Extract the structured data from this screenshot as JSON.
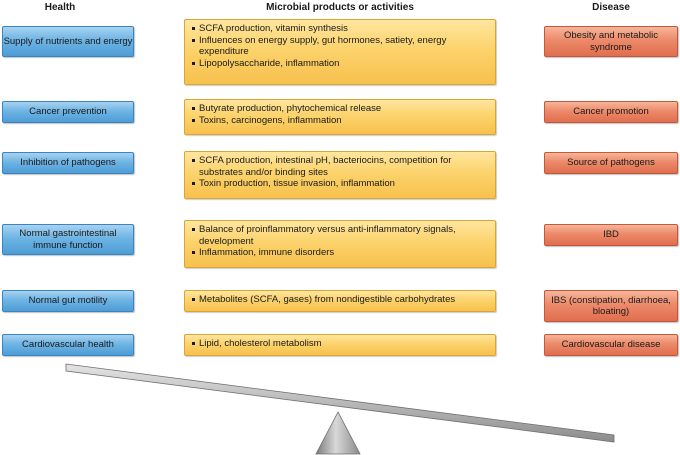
{
  "headers": {
    "health": "Health",
    "microbial": "Microbial products or activities",
    "disease": "Disease"
  },
  "rows": [
    {
      "health": "Supply of nutrients and energy",
      "microbial": [
        "SCFA production, vitamin synthesis",
        "Influences on energy supply, gut hormones, satiety, energy expenditure",
        "Lipopolysaccharide, inflammation"
      ],
      "disease": "Obesity and metabolic syndrome"
    },
    {
      "health": "Cancer prevention",
      "microbial": [
        "Butyrate production, phytochemical release",
        "Toxins, carcinogens, inflammation"
      ],
      "disease": "Cancer promotion"
    },
    {
      "health": "Inhibition of pathogens",
      "microbial": [
        "SCFA production, intestinal pH, bacteriocins, competition for substrates and/or binding sites",
        "Toxin production, tissue invasion, inflammation"
      ],
      "disease": "Source of pathogens"
    },
    {
      "health": "Normal gastrointestinal immune function",
      "microbial": [
        "Balance of proinflammatory versus anti-inflammatory signals, development",
        "Inflammation, immune disorders"
      ],
      "disease": "IBD"
    },
    {
      "health": "Normal gut motility",
      "microbial": [
        "Metabolites (SCFA, gases) from nondigestible carbohydrates"
      ],
      "disease": "IBS (constipation, diarrhoea, bloating)"
    },
    {
      "health": "Cardiovascular health",
      "microbial": [
        "Lipid, cholesterol metabolism"
      ],
      "disease": "Cardiovascular disease"
    }
  ]
}
